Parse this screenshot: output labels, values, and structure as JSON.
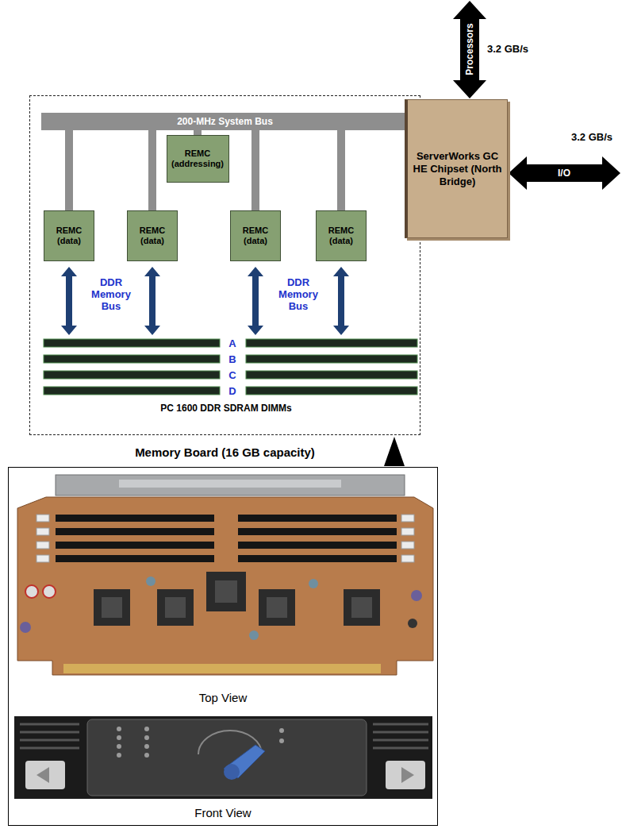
{
  "diagram": {
    "nodes": [
      {
        "text": [
          "Memory Board (16 GB capacity)"
        ]
      },
      {
        "text": [
          "200-MHz System Bus"
        ],
        "in": 0
      },
      {
        "text": [
          "REMC (addressing)"
        ],
        "in": 0
      },
      {
        "text": [
          "REMC (data)"
        ],
        "in": 0
      },
      {
        "text": [
          "REMC (data)"
        ],
        "in": 0
      },
      {
        "text": [
          "REMC (data)"
        ],
        "in": 0
      },
      {
        "text": [
          "REMC (data)"
        ],
        "in": 0
      },
      {
        "text": [
          "ServerWorks GC HE Chipset (North Bridge)"
        ]
      },
      {
        "text": [
          "Top View",
          "Front View"
        ]
      }
    ],
    "edges": [
      {
        "from": 1,
        "to": 2,
        "arrow": "none"
      },
      {
        "from": 1,
        "to": 3,
        "arrow": "none"
      },
      {
        "from": 1,
        "to": 4,
        "arrow": "none"
      },
      {
        "from": 1,
        "to": 5,
        "arrow": "none"
      },
      {
        "from": 1,
        "to": 6,
        "arrow": "none"
      }
    ],
    "labels": [
      "Processors",
      "3.2 GB/s",
      "3.2 GB/s",
      "I/O",
      "DDR Memory Bus",
      "DDR Memory Bus",
      "A",
      "B",
      "C",
      "D",
      "PC 1600 DDR SDRAM DIMMs"
    ]
  }
}
